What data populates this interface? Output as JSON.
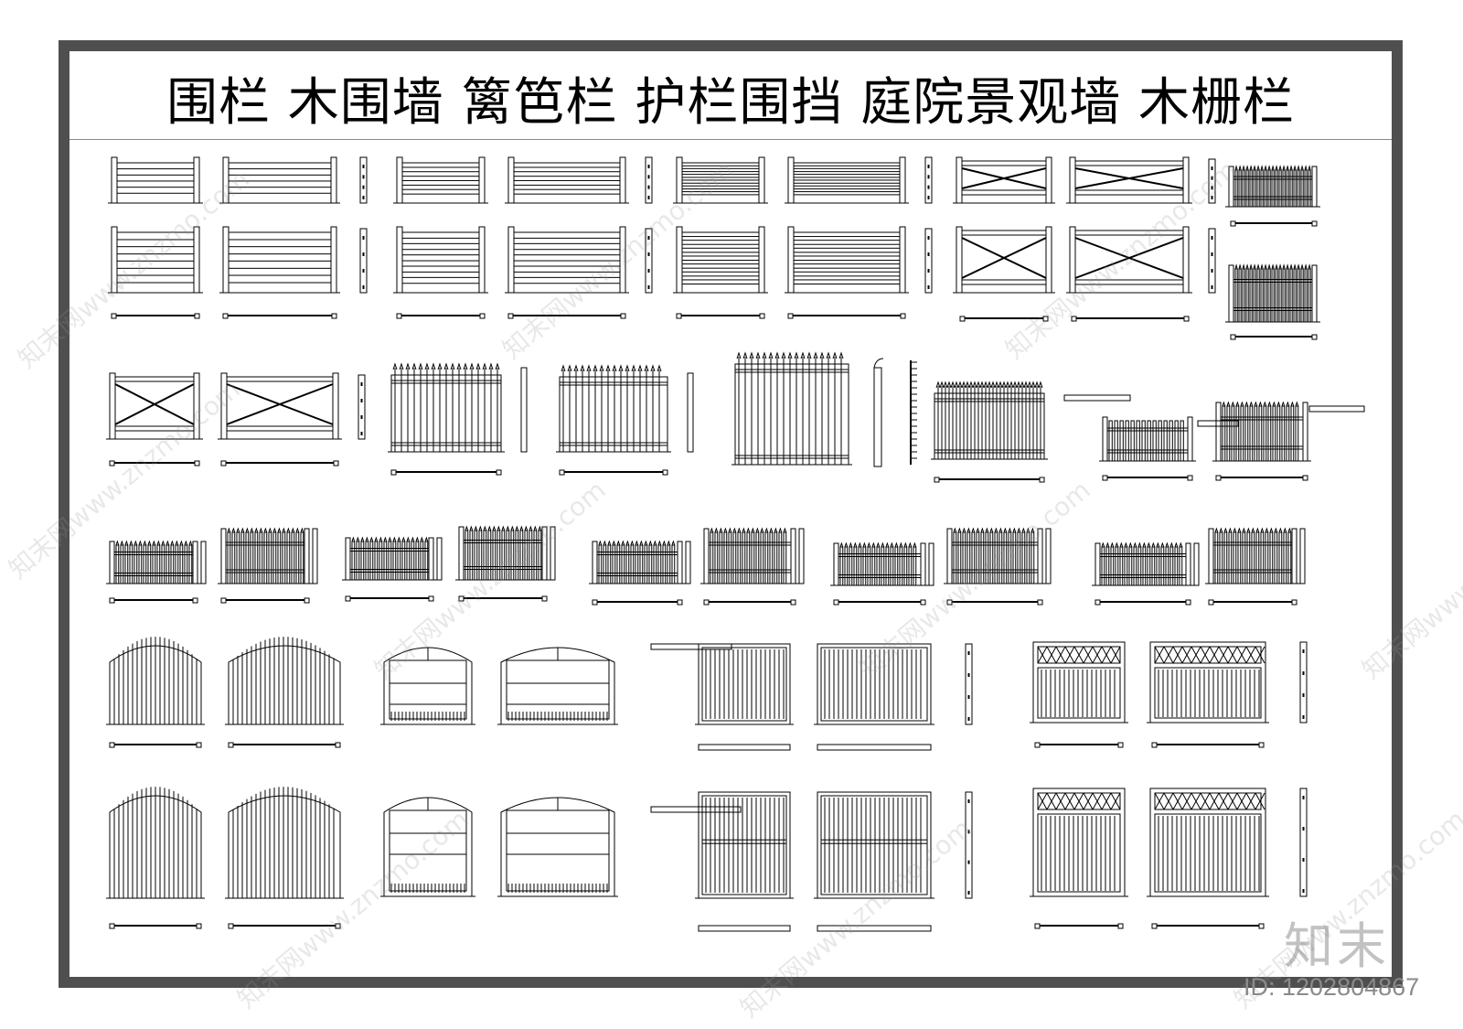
{
  "title": "围栏  木围墙  篱笆栏  护栏围挡  庭院景观墙  木栅栏",
  "watermark": "知末网www.znzmo.com",
  "brand_mark": "知末",
  "id_label": "ID: 1202804867",
  "colors": {
    "frame": "#4f4f4f",
    "line": "#000000",
    "watermark": "#969696"
  }
}
